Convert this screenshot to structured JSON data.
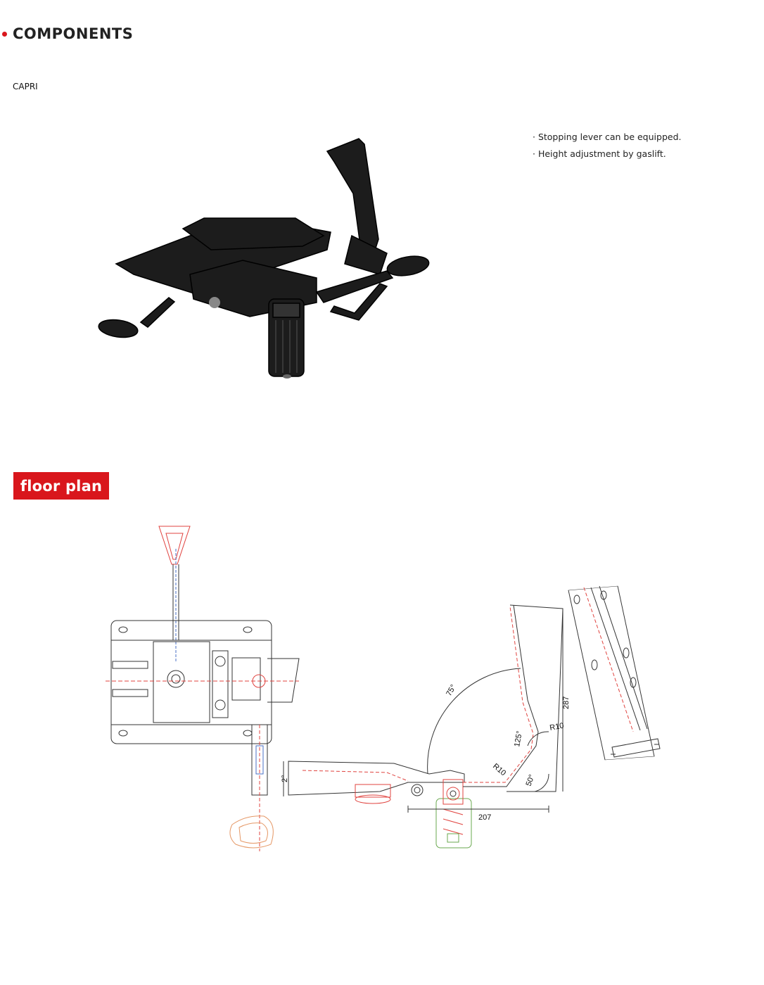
{
  "header": {
    "title": "COMPONENTS"
  },
  "product": {
    "model": "CAPRI"
  },
  "features": [
    "· Stopping lever can be equipped.",
    "· Height adjustment by gaslift."
  ],
  "section": {
    "floor_plan_label": "floor plan"
  },
  "dimensions": {
    "angle_75": "75°",
    "angle_125": "125°",
    "angle_50": "50°",
    "angle_2": "2°",
    "radius_a": "R10",
    "radius_b": "R10",
    "height_287": "287",
    "width_207": "207"
  },
  "colors": {
    "accent": "#d9161c",
    "drawing_line": "#333333",
    "drawing_red": "#e0433f",
    "drawing_green": "#6aa84f",
    "drawing_orange": "#e59866"
  }
}
